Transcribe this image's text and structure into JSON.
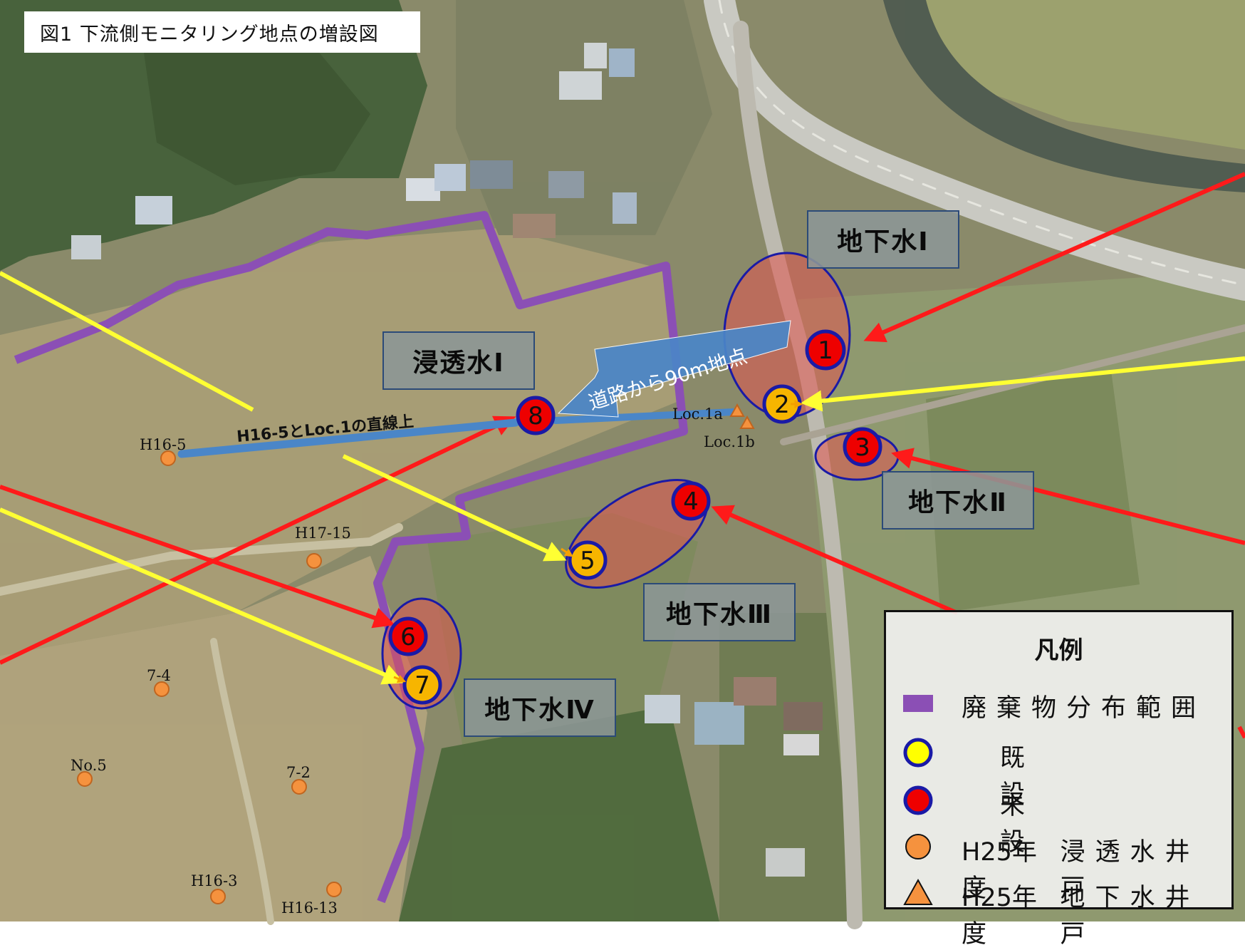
{
  "title": "図1 下流側モニタリング地点の増設図",
  "zone_labels": {
    "groundwater_1": "地下水Ⅰ",
    "groundwater_2": "地下水Ⅱ",
    "groundwater_3": "地下水Ⅲ",
    "groundwater_4": "地下水Ⅳ",
    "seepage_1": "浸透水Ⅰ"
  },
  "annotations": {
    "road_arrow": "道路から90m地点",
    "straight_line": "H16-5とLoc.1の直線上"
  },
  "points": {
    "p1": "1",
    "p2": "2",
    "p3": "3",
    "p4": "4",
    "p5": "5",
    "p6": "6",
    "p7": "7",
    "p8": "8"
  },
  "wells": {
    "h16_5": "H16-5",
    "h17_15": "H17-15",
    "w7_4": "7-4",
    "no5": "No.5",
    "w7_2": "7-2",
    "h16_3": "H16-3",
    "h16_13": "H16-13",
    "loc1a": "Loc.1a",
    "loc1b": "Loc.1b"
  },
  "legend": {
    "title": "凡例",
    "waste_range": "廃棄物分布範囲",
    "existing": "既設",
    "not_installed": "未設",
    "seepage_well_prefix": "H25年度",
    "seepage_well_rest": "浸透水井戸",
    "groundwater_well_prefix": "H25年度",
    "groundwater_well_rest": "地下水井戸"
  },
  "colors": {
    "waste_boundary": "#8b4fb5",
    "existing_marker": "#f7b500",
    "not_installed_marker": "#ee0000",
    "marker_ring": "#1a1aa6",
    "well_orange": "#f5923e",
    "blue_arrow": "#4a86c8",
    "red_line": "#ff1a1a",
    "yellow_line": "#ffff33"
  }
}
